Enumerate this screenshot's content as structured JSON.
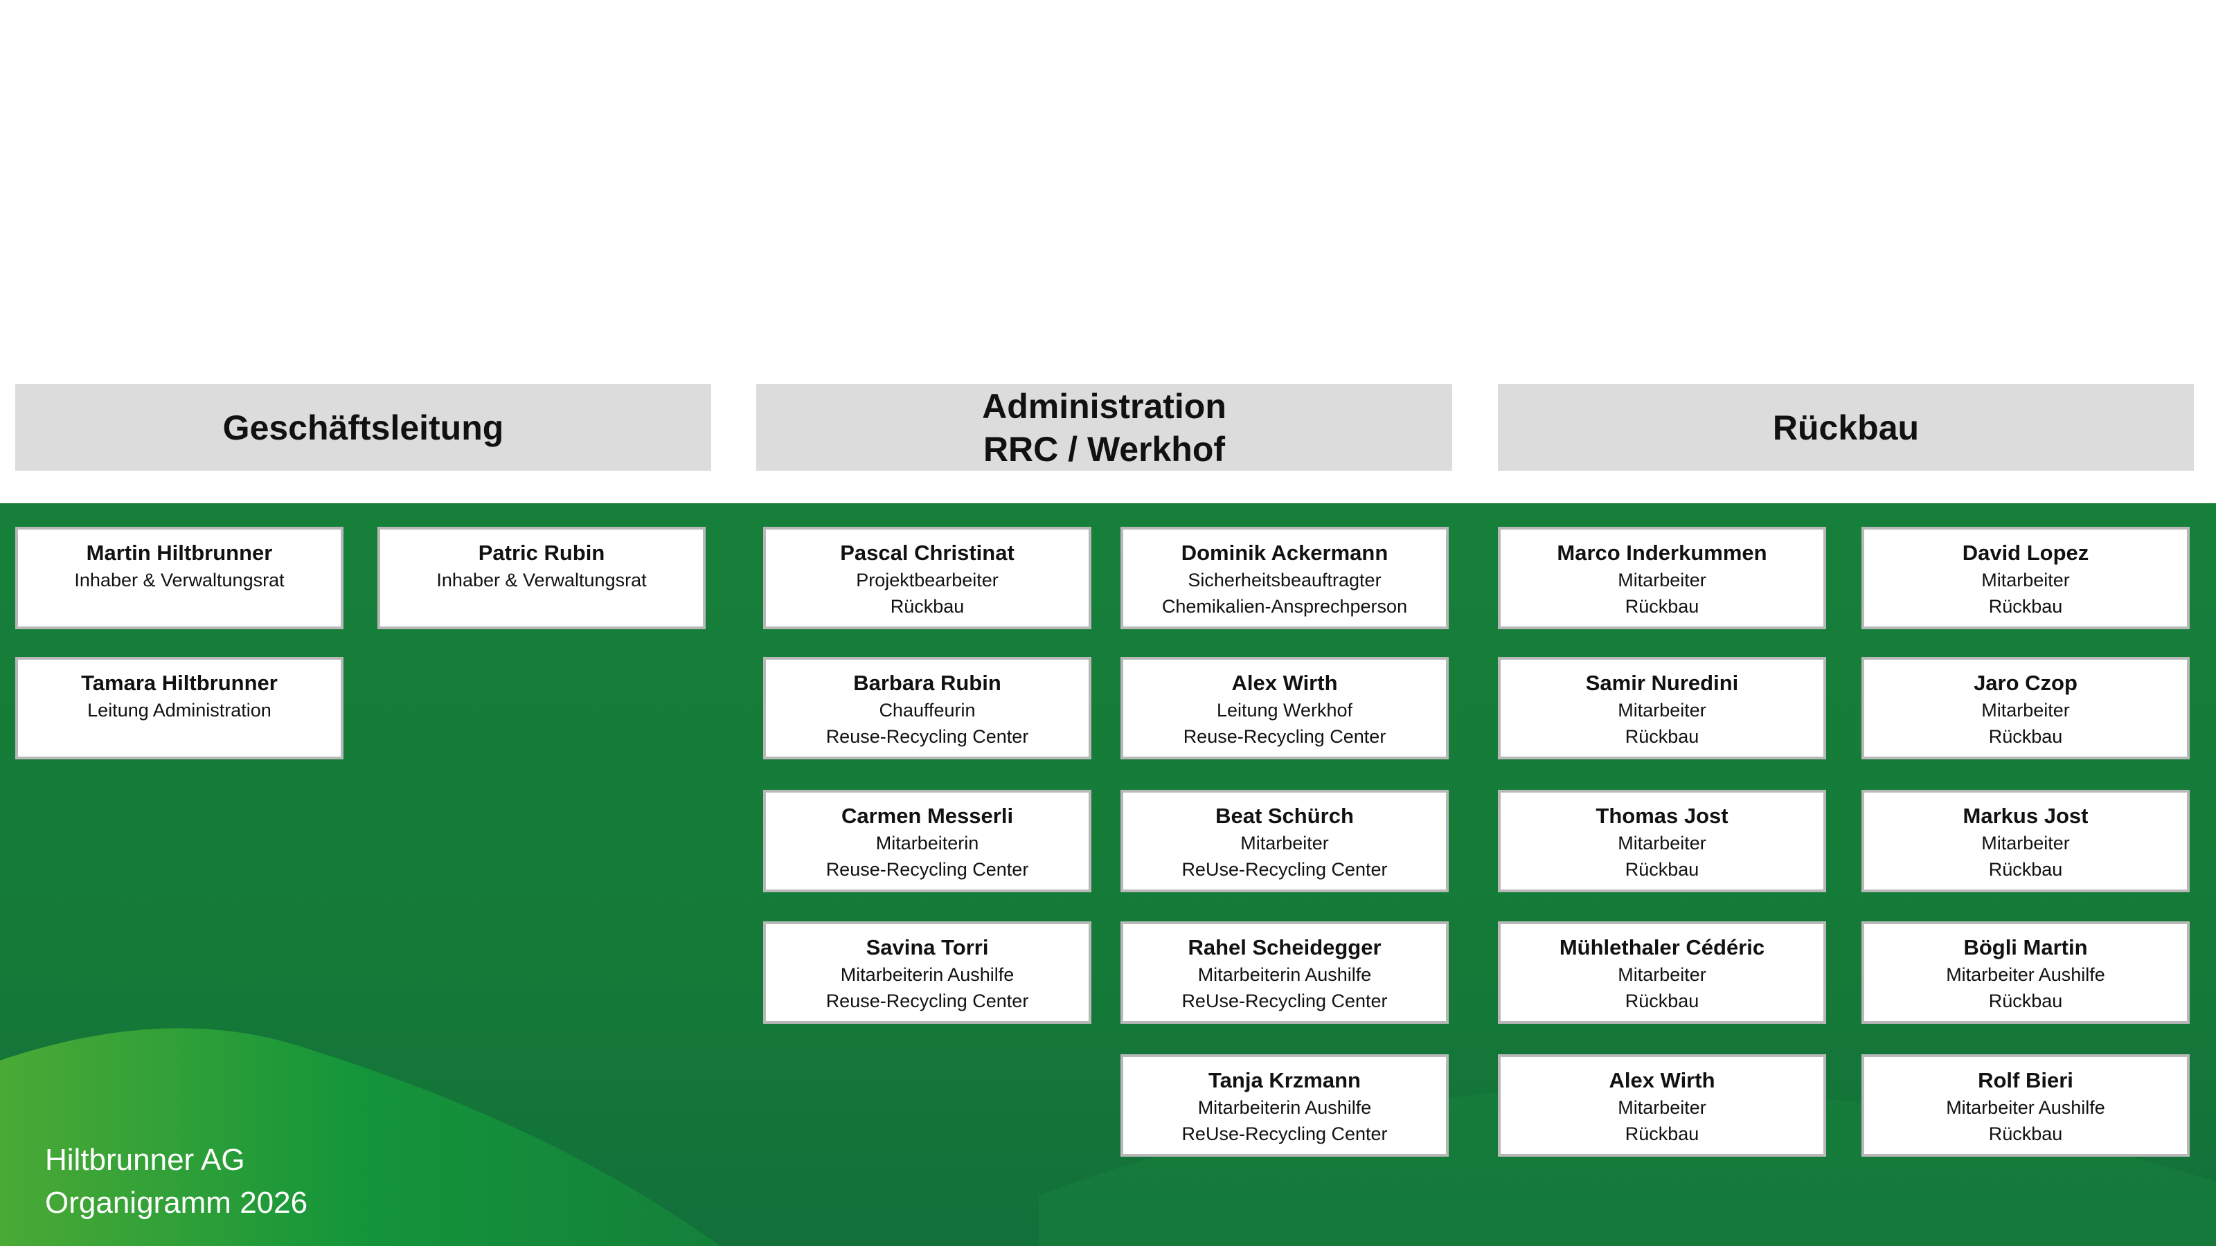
{
  "headers": [
    {
      "lines": [
        "Geschäftsleitung"
      ]
    },
    {
      "lines": [
        "Administration",
        "RRC / Werkhof"
      ]
    },
    {
      "lines": [
        "Rückbau"
      ]
    }
  ],
  "columns": [
    [
      {
        "name": "Martin Hiltbrunner",
        "lines": [
          "Inhaber & Verwaltungsrat"
        ]
      },
      {
        "name": "Tamara Hiltbrunner",
        "lines": [
          "Leitung Administration"
        ]
      }
    ],
    [
      {
        "name": "Patric Rubin",
        "lines": [
          "Inhaber & Verwaltungsrat"
        ]
      }
    ],
    [
      {
        "name": "Pascal Christinat",
        "lines": [
          "Projektbearbeiter",
          "Rückbau"
        ]
      },
      {
        "name": "Barbara Rubin",
        "lines": [
          "Chauffeurin",
          "Reuse-Recycling Center"
        ]
      },
      {
        "name": "Carmen Messerli",
        "lines": [
          "Mitarbeiterin",
          "Reuse-Recycling Center"
        ]
      },
      {
        "name": "Savina Torri",
        "lines": [
          "Mitarbeiterin Aushilfe",
          "Reuse-Recycling Center"
        ]
      }
    ],
    [
      {
        "name": "Dominik Ackermann",
        "lines": [
          "Sicherheitsbeauftragter",
          "Chemikalien-Ansprechperson"
        ]
      },
      {
        "name": "Alex Wirth",
        "lines": [
          "Leitung Werkhof",
          "Reuse-Recycling Center"
        ]
      },
      {
        "name": "Beat Schürch",
        "lines": [
          "Mitarbeiter",
          "ReUse-Recycling Center"
        ]
      },
      {
        "name": "Rahel Scheidegger",
        "lines": [
          "Mitarbeiterin Aushilfe",
          "ReUse-Recycling Center"
        ]
      },
      {
        "name": "Tanja Krzmann",
        "lines": [
          "Mitarbeiterin Aushilfe",
          "ReUse-Recycling Center"
        ]
      }
    ],
    [
      {
        "name": "Marco Inderkummen",
        "lines": [
          "Mitarbeiter",
          "Rückbau"
        ]
      },
      {
        "name": "Samir Nuredini",
        "lines": [
          "Mitarbeiter",
          "Rückbau"
        ]
      },
      {
        "name": "Thomas Jost",
        "lines": [
          "Mitarbeiter",
          "Rückbau"
        ]
      },
      {
        "name": "Mühlethaler Cédéric",
        "lines": [
          "Mitarbeiter",
          "Rückbau"
        ]
      },
      {
        "name": "Alex Wirth",
        "lines": [
          "Mitarbeiter",
          "Rückbau"
        ]
      }
    ],
    [
      {
        "name": "David Lopez",
        "lines": [
          "Mitarbeiter",
          "Rückbau"
        ]
      },
      {
        "name": "Jaro Czop",
        "lines": [
          "Mitarbeiter",
          "Rückbau"
        ]
      },
      {
        "name": "Markus Jost",
        "lines": [
          "Mitarbeiter",
          "Rückbau"
        ]
      },
      {
        "name": "Bögli Martin",
        "lines": [
          "Mitarbeiter Aushilfe",
          "Rückbau"
        ]
      },
      {
        "name": "Rolf Bieri",
        "lines": [
          "Mitarbeiter Aushilfe",
          "Rückbau"
        ]
      }
    ]
  ],
  "footer": {
    "company": "Hiltbrunner AG",
    "title": "Organigramm 2026"
  },
  "colors": {
    "green_dark": "#157a38",
    "green_light": "#4aaa35",
    "header_bg": "#dcdcdc"
  }
}
